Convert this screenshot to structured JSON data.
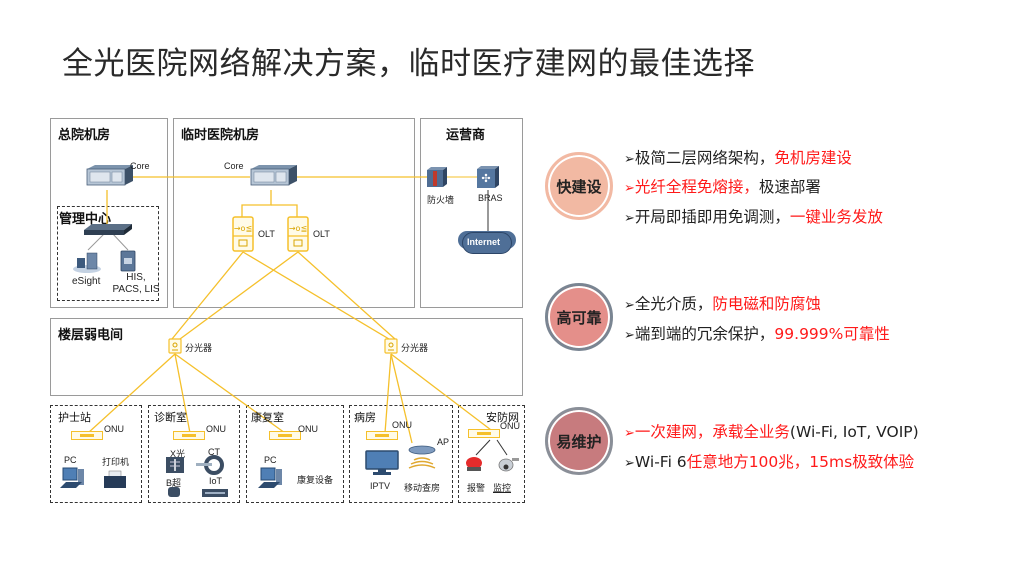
{
  "title": "全光医院网络解决方案，临时医疗建网的最佳选择",
  "diagram": {
    "zones": {
      "hq_room": "总院机房",
      "temp_room": "临时医院机房",
      "carrier": "运营商",
      "mgmt_center": "管理中心",
      "floor_closet": "楼层弱电间"
    },
    "devices": {
      "core_label": "Core",
      "olt_label": "OLT",
      "firewall_label": "防火墙",
      "bras_label": "BRAS",
      "internet_label": "Internet",
      "esight_label": "eSight",
      "his_label": "HIS,\nPACS, LIS",
      "splitter_label": "分光器",
      "onu_label": "ONU",
      "ap_label": "AP"
    },
    "rooms": [
      {
        "name": "护士站",
        "items": [
          "PC",
          "打印机"
        ]
      },
      {
        "name": "诊断室",
        "items": [
          "X光",
          "CT",
          "B超",
          "IoT"
        ]
      },
      {
        "name": "康复室",
        "items": [
          "PC",
          "康复设备"
        ]
      },
      {
        "name": "病房",
        "items": [
          "IPTV",
          "移动查房"
        ]
      },
      {
        "name": "安防网",
        "items": [
          "报警",
          "监控"
        ]
      }
    ],
    "link_color": "#f5c02b"
  },
  "features": [
    {
      "badge": "快建设",
      "color": "#f2b9a3",
      "bullets": [
        {
          "parts": [
            {
              "text": "极简二层网络架构，",
              "red": false
            },
            {
              "text": "免机房建设",
              "red": true
            }
          ]
        },
        {
          "parts": [
            {
              "text": "光纤全程免熔接，",
              "red": true
            },
            {
              "text": "极速部署",
              "red": false
            }
          ],
          "arrow_red": true
        },
        {
          "parts": [
            {
              "text": "开局即插即用免调测，",
              "red": false
            },
            {
              "text": "一键业务发放",
              "red": true
            }
          ]
        }
      ]
    },
    {
      "badge": "高可靠",
      "color": "#e48f8a",
      "bullets": [
        {
          "parts": [
            {
              "text": "全光介质，",
              "red": false
            },
            {
              "text": "防电磁和防腐蚀",
              "red": true
            }
          ]
        },
        {
          "parts": [
            {
              "text": "端到端的冗余保护，",
              "red": false
            },
            {
              "text": "99.999%可靠性",
              "red": true
            }
          ]
        }
      ]
    },
    {
      "badge": "易维护",
      "color": "#c77b7e",
      "bullets": [
        {
          "parts": [
            {
              "text": "一次建网，承载全业务",
              "red": true
            },
            {
              "text": "(Wi-Fi, IoT, VOIP)",
              "red": false
            }
          ],
          "arrow_red": true
        },
        {
          "parts": [
            {
              "text": "Wi-Fi 6",
              "red": false
            },
            {
              "text": "任意地方100兆，15ms极致体验",
              "red": true
            }
          ]
        }
      ]
    }
  ]
}
